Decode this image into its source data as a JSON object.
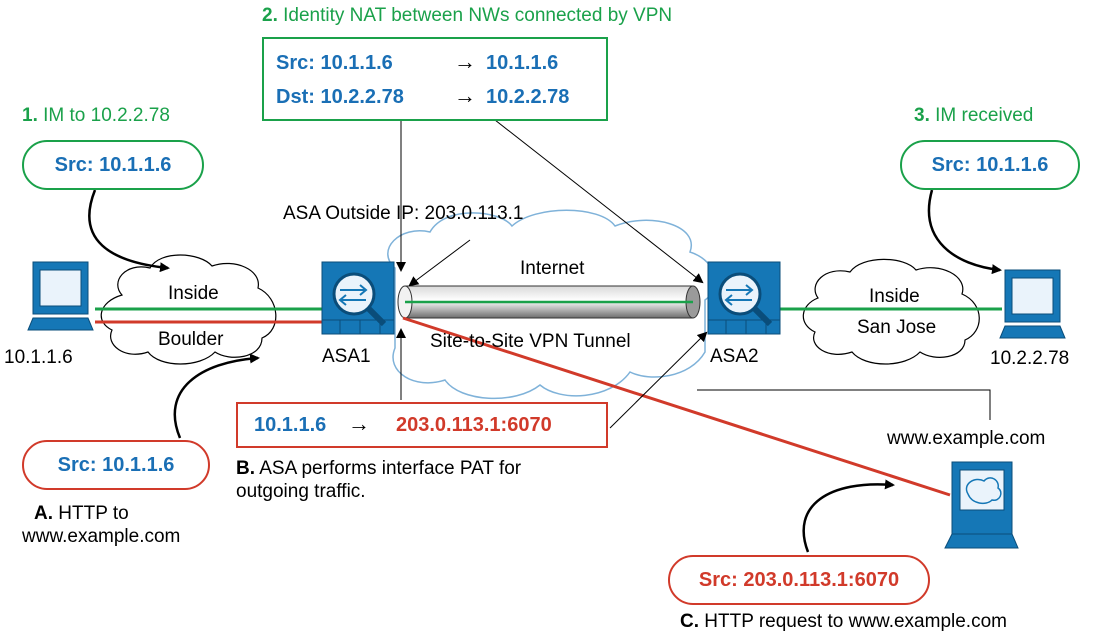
{
  "colors": {
    "green": "#1aa14a",
    "red": "#d13a2a",
    "blue": "#1a6fb5",
    "cloud": "#7fb2d9",
    "device": "#1577b6"
  },
  "steps": {
    "s1": {
      "num": "1.",
      "text": "IM to 10.2.2.78"
    },
    "s2": {
      "num": "2.",
      "text": "Identity NAT between NWs connected by VPN"
    },
    "s3": {
      "num": "3.",
      "text": "IM received"
    },
    "sA": {
      "num": "A.",
      "text1": "HTTP to",
      "text2": "www.example.com"
    },
    "sB": {
      "num": "B.",
      "text1": "ASA performs interface PAT for",
      "text2": "outgoing traffic."
    },
    "sC": {
      "num": "C.",
      "text": "HTTP request to www.example.com"
    }
  },
  "nat_box": {
    "src_label": "Src:",
    "src_from": "10.1.1.6",
    "src_to": "10.1.1.6",
    "dst_label": "Dst:",
    "dst_from": "10.2.2.78",
    "dst_to": "10.2.2.78"
  },
  "pat_box": {
    "from": "10.1.1.6",
    "to": "203.0.113.1:6070"
  },
  "bubbles": {
    "im_src": "Src: 10.1.1.6",
    "im_recv": "Src: 10.1.1.6",
    "http_src": "Src: 10.1.1.6",
    "http_nat": "Src: 203.0.113.1:6070"
  },
  "labels": {
    "asa_outside_ip": "ASA Outside IP: 203.0.113.1",
    "internet": "Internet",
    "tunnel": "Site-to-Site VPN Tunnel",
    "inside_left": "Inside",
    "boulder": "Boulder",
    "inside_right": "Inside",
    "san_jose": "San Jose",
    "pc_left": "10.1.1.6",
    "pc_right": "10.2.2.78",
    "asa1": "ASA1",
    "asa2": "ASA2",
    "server": "www.example.com"
  },
  "icons": {
    "pc": "pc-icon",
    "firewall": "asa-firewall-icon",
    "server": "web-server-icon",
    "cloud": "cloud-icon",
    "arrow": "right-arrow-icon"
  }
}
